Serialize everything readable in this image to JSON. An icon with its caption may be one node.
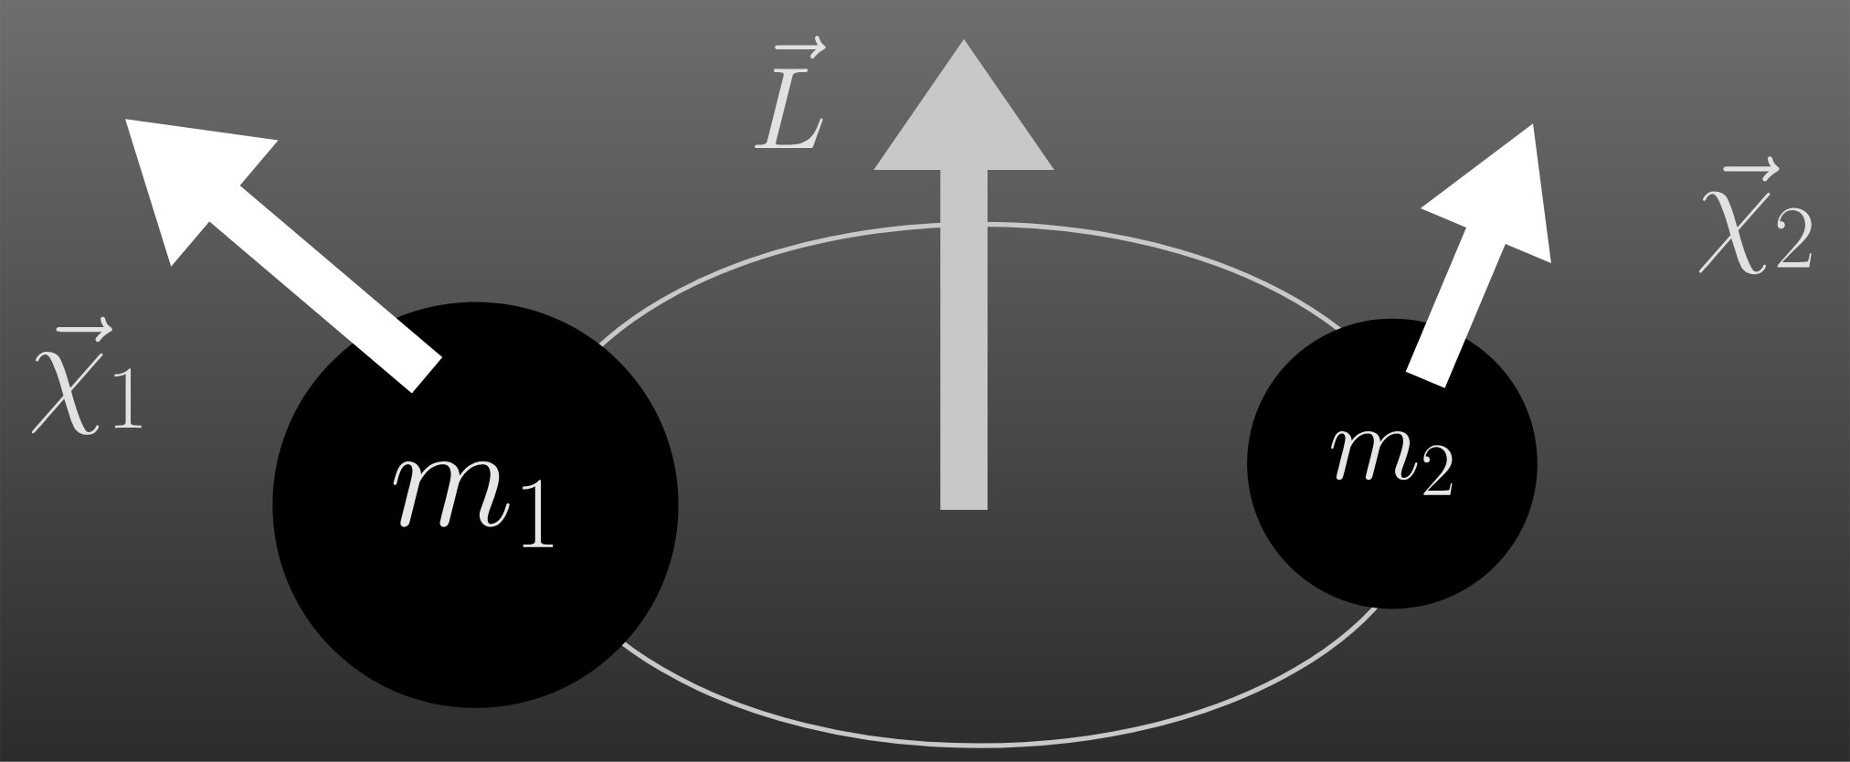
{
  "diagram": {
    "nodes": [
      {
        "text": [
          "m_1"
        ]
      },
      {
        "text": [
          "m_2"
        ]
      }
    ],
    "labels": [
      "\\vec{\\chi}_1",
      "\\vec{L}",
      "\\vec{\\chi}_2"
    ]
  }
}
